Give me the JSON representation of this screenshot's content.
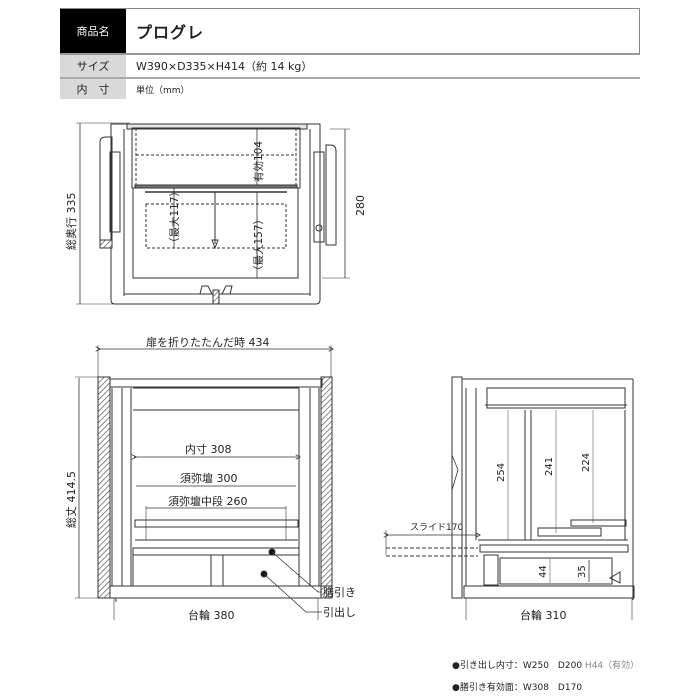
{
  "spec_table": {
    "product_name_header": "商品名",
    "product_name": "プログレ",
    "size_header": "サイズ",
    "size_value": "W390×D335×H414（約 14 kg）",
    "inner_header": "内　寸",
    "inner_value": "単位（mm）"
  },
  "top_view": {
    "total_depth_label": "総奥行 335",
    "right_depth_label": "280",
    "effective_label": "有効104",
    "max117_label": "（最大117）",
    "max157_label": "（最大157）"
  },
  "front_view": {
    "folded_width_label": "扉を折りたたんだ時 434",
    "total_height_label": "総丈 414.5",
    "inner_width_label": "内寸 308",
    "shumidan_label": "須弥壇 300",
    "shumidan_mid_label": "須弥壇中段 260",
    "tray_label": "膳引き",
    "drawer_label": "引出し",
    "base_label": "台輪 380"
  },
  "side_view": {
    "slide_label": "スライド170",
    "h254": "254",
    "h241": "241",
    "h224": "224",
    "h44": "44",
    "h35": "35",
    "base_label": "台輪 310"
  },
  "notes": {
    "drawer_inner_prefix": "●引き出し内寸：W250　D200",
    "drawer_inner_suffix": "H44（有効）",
    "tray_effective": "●膳引き有効面：W308　D170"
  }
}
